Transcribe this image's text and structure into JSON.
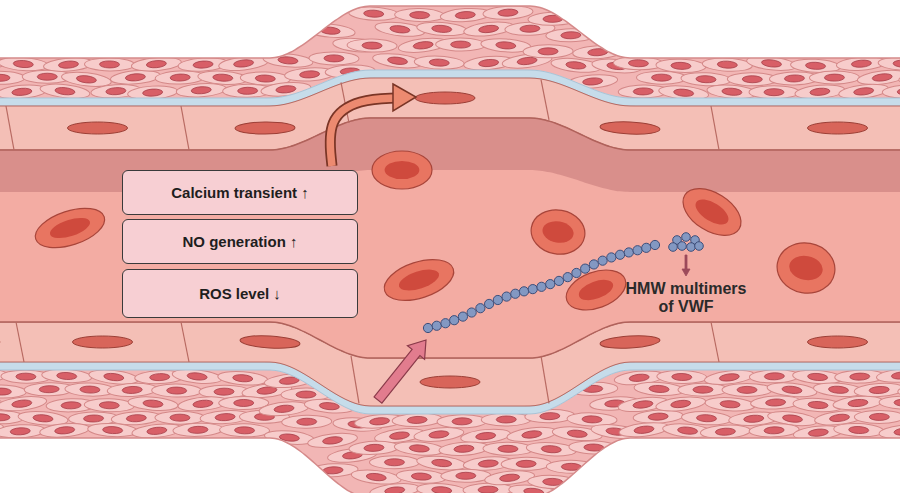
{
  "diagram": {
    "nodes": [
      {
        "text": [
          "Calcium transient ↑"
        ]
      },
      {
        "text": [
          "NO generation ↑"
        ]
      },
      {
        "text": [
          "ROS level ↓"
        ]
      }
    ],
    "labels": [
      "HMW multimers of VWF"
    ]
  }
}
